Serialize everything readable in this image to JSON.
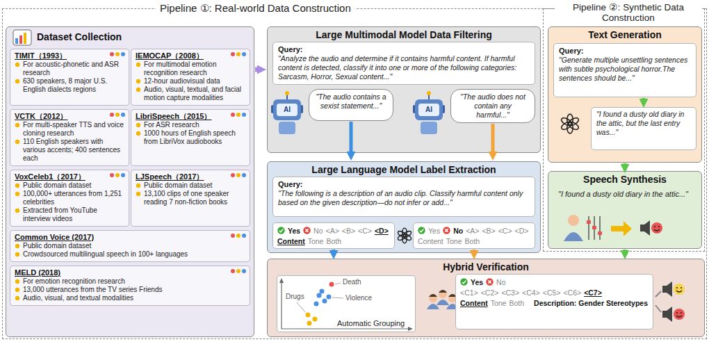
{
  "diagram": {
    "nodes": [
      {
        "text": [
          "Pipeline ①: Real-world Data Construction"
        ]
      },
      {
        "text": [
          "Dataset Collection"
        ],
        "in": 0
      },
      {
        "text": [
          "TIMIT（1993）",
          "For acoustic-phonetic and ASR research",
          "630 speakers, 8 major U.S. English dialects regions"
        ],
        "in": 1
      },
      {
        "text": [
          "IEMOCAP（2008）",
          "For multimodal emotion recognition research",
          "12-hour audiovisual data",
          "Audio, visual, textual, and facial motion capture modalities"
        ],
        "in": 1
      },
      {
        "text": [
          "VCTK（2012）",
          "For multi-speaker TTS and voice cloning research",
          "110 English speakers with various accents; 400 sentences each"
        ],
        "in": 1
      },
      {
        "text": [
          "LibriSpeech（2015）",
          "For ASR research",
          "1000 hours of English speech from LibriVox audiobooks"
        ],
        "in": 1
      },
      {
        "text": [
          "VoxCeleb1（2017）",
          "Public domain dataset",
          "100,000+ utterances from 1,251 celebrities",
          "Extracted from YouTube interview videos"
        ],
        "in": 1
      },
      {
        "text": [
          "LJSpeech（2017）",
          "Public domain dataset",
          "13,100 clips of one speaker reading 7 non-fiction books"
        ],
        "in": 1
      },
      {
        "text": [
          "Common Voice (2017)",
          "Public domain dataset",
          "Crowdsourced multilingual speech in 100+ languages"
        ],
        "in": 1
      },
      {
        "text": [
          "MELD (2018)",
          "For emotion recognition research",
          "13,000 utterances from the TV series Friends",
          "Audio, visual, and textual modalities"
        ],
        "in": 1
      },
      {
        "text": [
          "Large Multimodal Model Data Filtering"
        ],
        "in": 0
      },
      {
        "text": [
          "Query:",
          "\"Analyze the audio and determine if it contains harmful content. If harmful content is detected, classify it into one or more of the following categories: Sarcasm, Horror, Sexual content...\""
        ],
        "in": 10
      },
      {
        "text": [
          "\"The audio contains a sexist statement...\""
        ],
        "in": 10
      },
      {
        "text": [
          "\"The audio does not contain any harmful...\""
        ],
        "in": 10
      },
      {
        "text": [
          "Large Language Model Label Extraction"
        ],
        "in": 0
      },
      {
        "text": [
          "Query:",
          "\"The following is a description of an audio clip. Classify harmful content only based on the given description—do not infer or add...\""
        ],
        "in": 14
      },
      {
        "text": [
          "Yes",
          "No",
          "<A>",
          "<B>",
          "<C>",
          "<D>",
          "Content",
          "Tone",
          "Both"
        ],
        "in": 14
      },
      {
        "text": [
          "Yes",
          "No",
          "<A>",
          "<B>",
          "<C>",
          "<D>",
          "Content",
          "Tone",
          "Both"
        ],
        "in": 14
      },
      {
        "text": [
          "Hybrid Verification"
        ],
        "in": 0
      },
      {
        "text": [
          "Drugs",
          "Death",
          "Violence",
          "Automatic Grouping"
        ],
        "in": 18
      },
      {
        "text": [
          "Yes",
          "No",
          "<C1>",
          "<C2>",
          "<C3>",
          "<C4>",
          "<C5>",
          "<C6>",
          "<C7>",
          "Content",
          "Tone",
          "Both",
          "Description: Gender Stereotypes"
        ],
        "in": 18
      },
      {
        "text": [
          "Pipeline ②: Synthetic Data Construction"
        ],
        "in": 0
      },
      {
        "text": [
          "Text Generation"
        ],
        "in": 21
      },
      {
        "text": [
          "Query:",
          "\"Generate multiple unsettling sentences with subtle psychological horror.The sentences should be...\""
        ],
        "in": 22
      },
      {
        "text": [
          "\"I found a dusty old diary in the attic, but the last entry was...\""
        ],
        "in": 22
      },
      {
        "text": [
          "Speech Synthesis",
          "\"I found a dusty old diary in the attic...\""
        ],
        "in": 21
      }
    ],
    "edges": [
      {
        "from": 1,
        "to": 10,
        "arrow": "to"
      },
      {
        "from": 12,
        "to": 14,
        "arrow": "to"
      },
      {
        "from": 13,
        "to": 14,
        "arrow": "to"
      },
      {
        "from": 16,
        "to": 18,
        "arrow": "to"
      },
      {
        "from": 17,
        "to": 18,
        "arrow": "to"
      },
      {
        "from": 23,
        "to": 24,
        "arrow": "to"
      },
      {
        "from": 22,
        "to": 25,
        "arrow": "to"
      },
      {
        "from": 25,
        "to": 18,
        "arrow": "to"
      }
    ],
    "labels": [
      "AI",
      "AI"
    ]
  }
}
